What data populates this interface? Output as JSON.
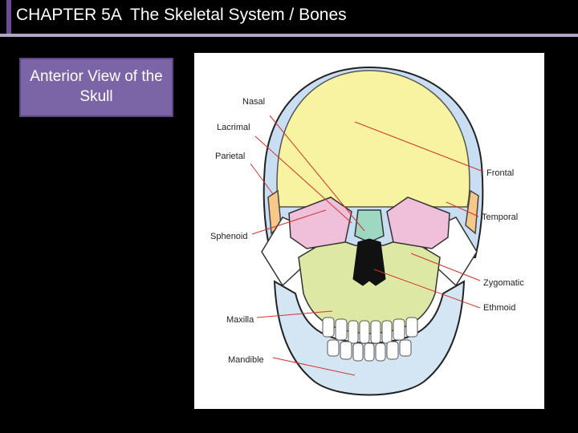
{
  "title": "CHAPTER 5A  The Skeletal System / Bones",
  "view_label": "Anterior View of the Skull",
  "labels": {
    "nasal": "Nasal",
    "lacrimal": "Lacrimal",
    "parietal": "Parietal",
    "sphenoid": "Sphenoid",
    "maxilla": "Maxilla",
    "mandible": "Mandible",
    "frontal": "Frontal",
    "temporal": "Temporal",
    "zygomatic": "Zygomatic",
    "ethmoid": "Ethmoid"
  },
  "colors": {
    "frontal": "#f7f3a0",
    "parietal": "#c9def2",
    "temporal": "#f7c88a",
    "sphenoid": "#f0c0da",
    "zygomatic": "#ffffff",
    "maxilla": "#dde8a4",
    "mandible": "#d4e6f4",
    "nasal": "#9fd8c2",
    "leader": "#d0342c",
    "accent": "#7b65a6"
  }
}
